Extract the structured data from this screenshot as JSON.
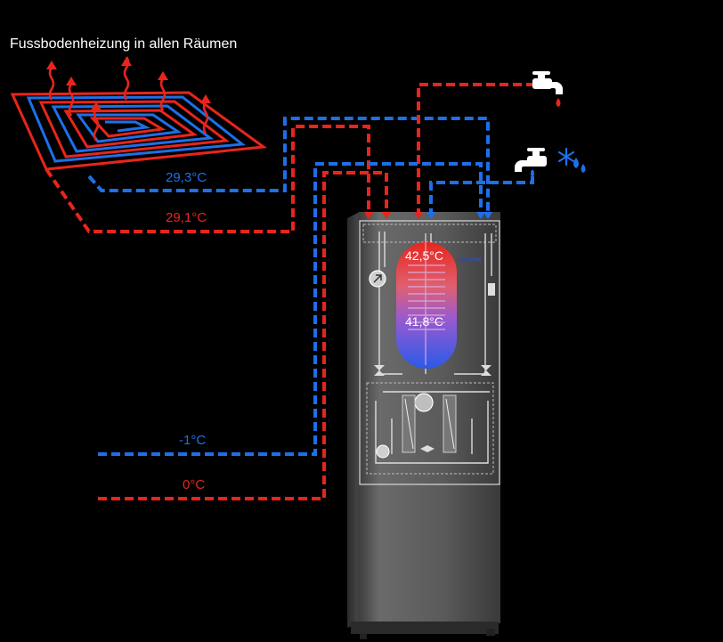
{
  "title": "Fussbodenheizung in allen Räumen",
  "floor_heating": {
    "supply_temp": "29,3°C",
    "return_temp": "29,1°C"
  },
  "ground_source": {
    "cold_temp": "-1°C",
    "warm_temp": "0°C"
  },
  "tank": {
    "top_temp": "42,5°C",
    "bottom_temp": "41,8°C"
  },
  "colors": {
    "hot": "#e8251c",
    "cold": "#1e6fe8",
    "unit_body": "#555555",
    "background": "#000000"
  },
  "icons": {
    "hot_tap": "faucet-icon",
    "cold_tap": "faucet-icon",
    "cold_symbol": "snowflake-icon"
  }
}
